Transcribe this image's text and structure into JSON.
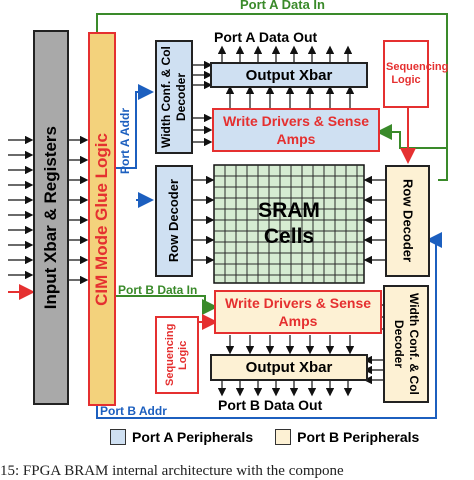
{
  "colors": {
    "port_a": "#cfe0f2",
    "port_b": "#fdf1d4",
    "red": "#e53030",
    "green": "#3a8a2a",
    "blue": "#1c5fbf",
    "sram_fill": "#d6ecd2",
    "input_block": "#a9a9a9",
    "glue_block": "#f3d27c"
  },
  "blocks": {
    "input_xbar": "Input Xbar & Registers",
    "glue_logic": "CIM Mode Glue Logic",
    "width_conf_a": "Width Conf. & Col Decoder",
    "row_decoder_a": "Row Decoder",
    "output_xbar_a": "Output Xbar",
    "write_drivers_a": "Write Drivers & Sense Amps",
    "sram": "SRAM Cells",
    "write_drivers_b": "Write Drivers & Sense Amps",
    "output_xbar_b": "Output Xbar",
    "sequencing_a": "Sequencing Logic",
    "sequencing_b": "Sequencing Logic",
    "row_decoder_b": "Row Decoder",
    "width_conf_b": "Width Conf. & Col Decoder"
  },
  "signals": {
    "port_a_data_in": "Port A Data In",
    "port_a_data_out": "Port A Data Out",
    "port_a_addr": "Port A Addr",
    "port_b_data_in": "Port B Data In",
    "port_b_data_out": "Port B Data Out",
    "port_b_addr": "Port B Addr"
  },
  "legend": {
    "port_a": "Port A Peripherals",
    "port_b": "Port B Peripherals"
  },
  "caption": "15: FPGA BRAM internal architecture with the compone"
}
